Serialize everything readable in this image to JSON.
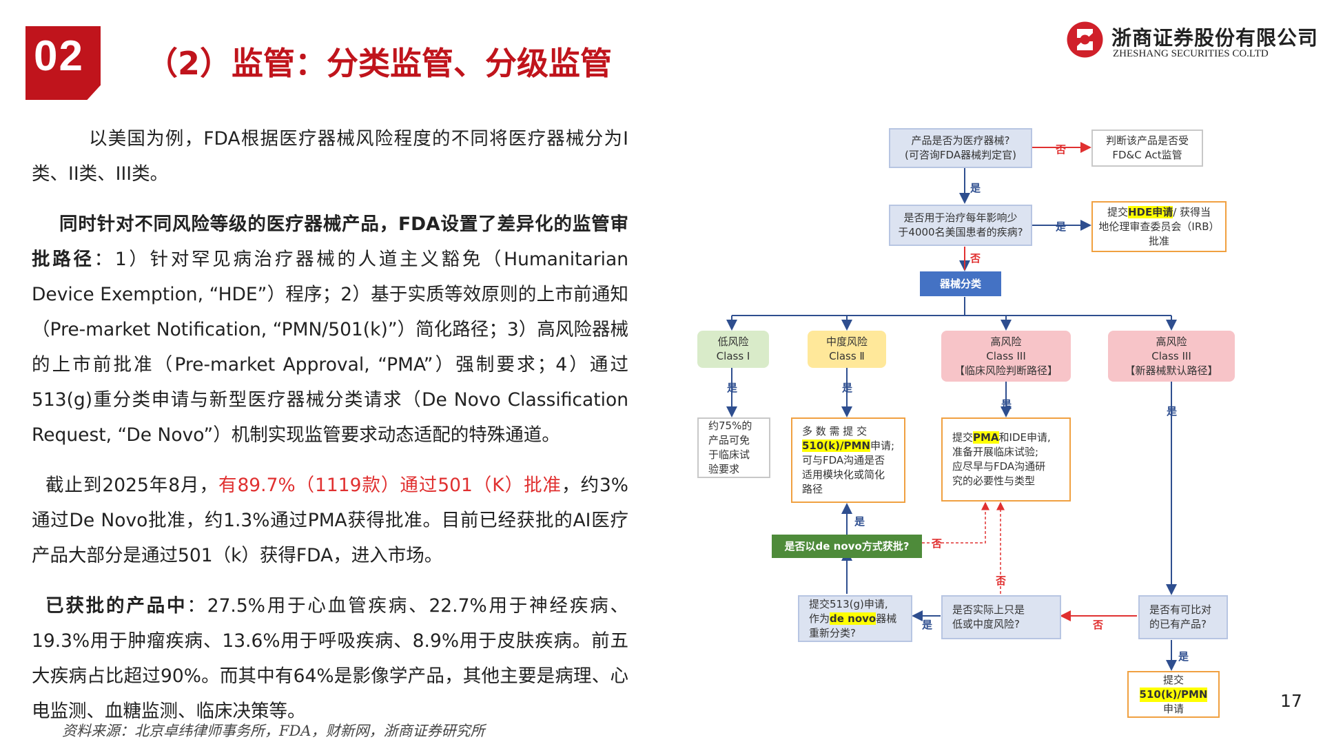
{
  "slide": {
    "section_number": "02",
    "title": "（2）监管：分类监管、分级监管",
    "page_number": "17"
  },
  "logo": {
    "name_cn": "浙商证券股份有限公司",
    "name_en": "ZHESHANG SECURITIES CO.LTD"
  },
  "body": {
    "p1": "以美国为例，FDA根据医疗器械风险程度的不同将医疗器械分为I类、II类、III类。",
    "p2_bold": "同时针对不同风险等级的医疗器械产品，FDA设置了差异化的监管审批路径",
    "p2_rest": "：1）针对罕见病治疗器械的人道主义豁免（Humanitarian Device Exemption, “HDE”）程序；2）基于实质等效原则的上市前通知（Pre-market Notification, “PMN/501(k)”）简化路径；3）高风险器械的上市前批准（Pre-market Approval, “PMA”）强制要求；4）通过513(g)重分类申请与新型医疗器械分类请求（De Novo Classification Request, “De Novo”）机制实现监管要求动态适配的特殊通道。",
    "p3_a": "截止到2025年8月，",
    "p3_red": "有89.7%（1119款）通过501（K）批准",
    "p3_b": "，约3%通过De Novo批准，约1.3%通过PMA获得批准。目前已经获批的AI医疗产品大部分是通过501（k）获得FDA，进入市场。",
    "p4_bold": "已获批的产品中",
    "p4_rest": "：27.5%用于心血管疾病、22.7%用于神经疾病、19.3%用于肿瘤疾病、13.6%用于呼吸疾病、8.9%用于皮肤疾病。前五大疾病占比超过90%。而其中有64%是影像学产品，其他主要是病理、心电监测、血糖监测、临床决策等。"
  },
  "source": "资料来源：北京卓纬律师事务所，FDA，财新网，浙商证券研究所",
  "flowchart": {
    "q1_l1": "产品是否为医疗器械?",
    "q1_l2": "(可咨询FDA器械判定官)",
    "fdc_l1": "判断该产品是否受",
    "fdc_l2": "FD&C Act监管",
    "q2_l1": "是否用于治疗每年影响少",
    "q2_l2": "于4000名美国患者的疾病?",
    "hde_a": "提交",
    "hde_hl": "HDE申请",
    "hde_b": "/ 获得当",
    "hde_l2": "地伦理审查委员会（IRB）",
    "hde_l3": "批准",
    "classify": "器械分类",
    "c1_l1": "低风险",
    "c1_l2": "Class Ⅰ",
    "c2_l1": "中度风险",
    "c2_l2": "Class Ⅱ",
    "c3_l1": "高风险",
    "c3_l2": "Class III",
    "c3_l3": "【临床风险判断路径】",
    "c4_l1": "高风险",
    "c4_l2": "Class III",
    "c4_l3": "【新器械默认路径】",
    "exempt_l1": "约75%的",
    "exempt_l2": "产品可免",
    "exempt_l3": "于临床试",
    "exempt_l4": "验要求",
    "mid_l1": "多 数 需 提 交",
    "mid_hl": "510(k)/PMN",
    "mid_l2b": "申请;",
    "mid_l3": "可与FDA沟通是否",
    "mid_l4": "适用模块化或简化",
    "mid_l5": "路径",
    "pma_a": "提交",
    "pma_hl": "PMA",
    "pma_b": "和IDE申请,",
    "pma_l2": "准备开展临床试验;",
    "pma_l3": "应尽早与FDA沟通研",
    "pma_l4": "究的必要性与类型",
    "denovo_q": "是否以de novo方式获批?",
    "s513_l1": "提交513(g)申请,",
    "s513_a": "作为",
    "s513_hl": "de novo",
    "s513_b": "器械",
    "s513_l3": "重新分类?",
    "lowmid_l1": "是否实际上只是",
    "lowmid_l2": "低或中度风险?",
    "compare_l1": "是否有可比对",
    "compare_l2": "的已有产品?",
    "k510_l1": "提交",
    "k510_hl": "510(k)/PMN",
    "k510_l3": "申请",
    "yes": "是",
    "no": "否"
  }
}
